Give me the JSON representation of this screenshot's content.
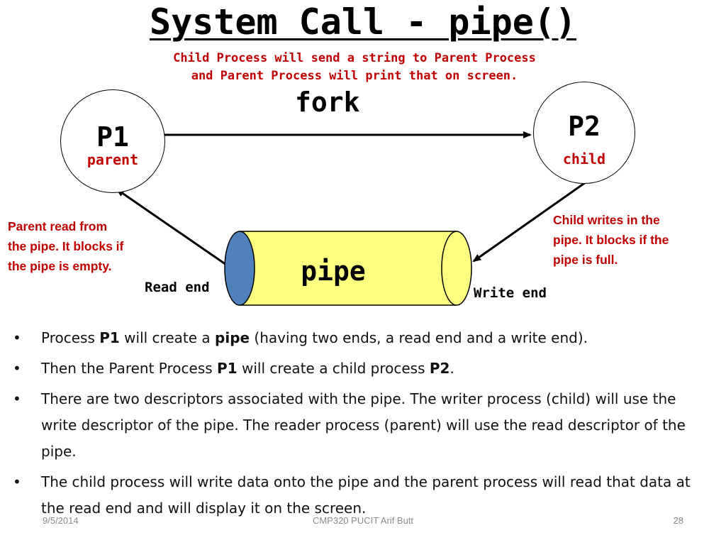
{
  "title": "System Call - pipe()",
  "subtitle": {
    "line1": "Child Process will send a string to Parent Process",
    "line2": "and Parent Process will print that on screen."
  },
  "diagram": {
    "fork_label": "fork",
    "p1": {
      "name": "P1",
      "role": "parent"
    },
    "p2": {
      "name": "P2",
      "role": "child"
    },
    "pipe_label": "pipe",
    "read_end_label": "Read end",
    "write_end_label": "Write end",
    "parent_note": [
      "Parent read from",
      "the pipe. It blocks if",
      "the pipe is empty."
    ],
    "child_note": [
      "Child writes in the",
      "pipe. It blocks if the",
      "pipe is full."
    ],
    "colors": {
      "pipe_body": "#ffff80",
      "read_cap": "#4f81bd",
      "note_red": "#c00000"
    }
  },
  "bullets": [
    {
      "parts": [
        "Process ",
        "P1",
        " will create a ",
        "pipe",
        " (having two ends, a read end and a write end)."
      ]
    },
    {
      "parts": [
        "Then the Parent Process ",
        "P1",
        " will create a child process ",
        "P2",
        "."
      ]
    },
    {
      "parts": [
        "There are two descriptors associated with the pipe. The writer process (child) will use the write descriptor of the pipe. The reader process (parent) will use the read descriptor of the pipe."
      ]
    },
    {
      "parts": [
        "The child process will write data onto the pipe and the parent process will read that data at the read end and will display it on the screen."
      ]
    }
  ],
  "footer": {
    "date": "9/5/2014",
    "center": "CMP320   PUCIT   Arif Butt",
    "page": "28"
  }
}
